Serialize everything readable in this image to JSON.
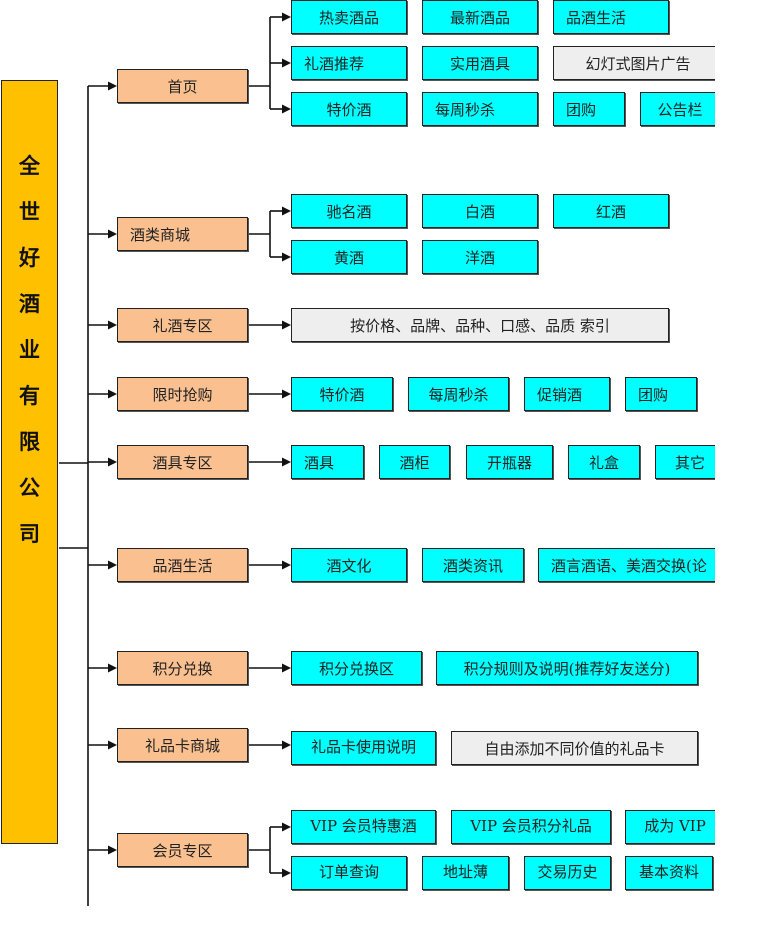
{
  "root": {
    "title_chars": [
      "全",
      "世",
      "好",
      "酒",
      "业",
      "有",
      "限",
      "公",
      "司"
    ]
  },
  "colors": {
    "root": "#FFC000",
    "level1": "#FAC090",
    "level2": "#00FFFF",
    "note": "#EEEEEE"
  },
  "sections": [
    {
      "label": "首页",
      "items": [
        "热卖酒品",
        "最新酒品",
        "品酒生活",
        "礼酒推荐",
        "实用酒具",
        "幻灯式图片广告",
        "特价酒",
        "每周秒杀",
        "团购",
        "公告栏"
      ]
    },
    {
      "label": "酒类商城",
      "items": [
        "驰名酒",
        "白酒",
        "红酒",
        "黄酒",
        "洋酒"
      ]
    },
    {
      "label": "礼酒专区",
      "items": [
        "按价格、品牌、品种、口感、品质  索引"
      ]
    },
    {
      "label": "限时抢购",
      "items": [
        "特价酒",
        "每周秒杀",
        "促销酒",
        "团购"
      ]
    },
    {
      "label": "酒具专区",
      "items": [
        "酒具",
        "酒柜",
        "开瓶器",
        "礼盒",
        "其它"
      ]
    },
    {
      "label": "品酒生活",
      "items": [
        "酒文化",
        "酒类资讯",
        "酒言酒语、美酒交换(论"
      ]
    },
    {
      "label": "积分兑换",
      "items": [
        "积分兑换区",
        "积分规则及说明(推荐好友送分)"
      ]
    },
    {
      "label": "礼品卡商城",
      "items": [
        "礼品卡使用说明",
        "自由添加不同价值的礼品卡"
      ]
    },
    {
      "label": "会员专区",
      "items": [
        "VIP 会员特惠酒",
        "VIP 会员积分礼品",
        "成为 VIP",
        "订单查询",
        "地址薄",
        "交易历史",
        "基本资料"
      ]
    }
  ]
}
